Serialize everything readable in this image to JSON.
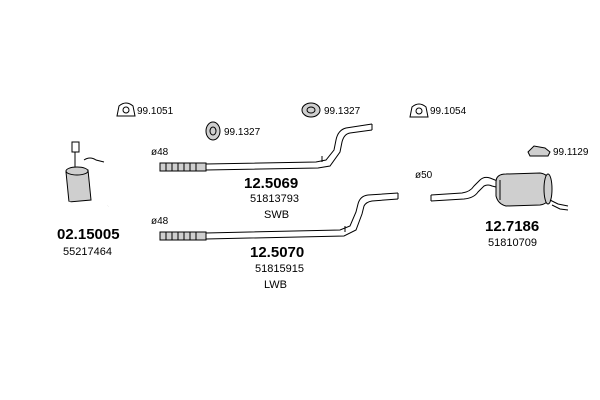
{
  "hardware": [
    {
      "code": "99.1051",
      "icon": "rubber-hanger-icon"
    },
    {
      "code": "99.1327",
      "icon": "rubber-ring-icon"
    },
    {
      "code": "99.1327",
      "icon": "rubber-ring-icon"
    },
    {
      "code": "99.1054",
      "icon": "rubber-hanger-icon"
    },
    {
      "code": "99.1129",
      "icon": "bracket-icon"
    }
  ],
  "parts": [
    {
      "part_number": "02.15005",
      "oem": "55217464",
      "icon": "catalytic-converter-icon"
    },
    {
      "part_number": "12.5069",
      "oem": "51813793",
      "variant": "SWB",
      "diameter": "ø48",
      "icon": "front-pipe-swb-icon"
    },
    {
      "part_number": "12.5070",
      "oem": "51815915",
      "variant": "LWB",
      "diameter": "ø48",
      "icon": "front-pipe-lwb-icon"
    },
    {
      "part_number": "12.7186",
      "oem": "51810709",
      "diameter": "ø50",
      "icon": "rear-silencer-icon"
    }
  ]
}
